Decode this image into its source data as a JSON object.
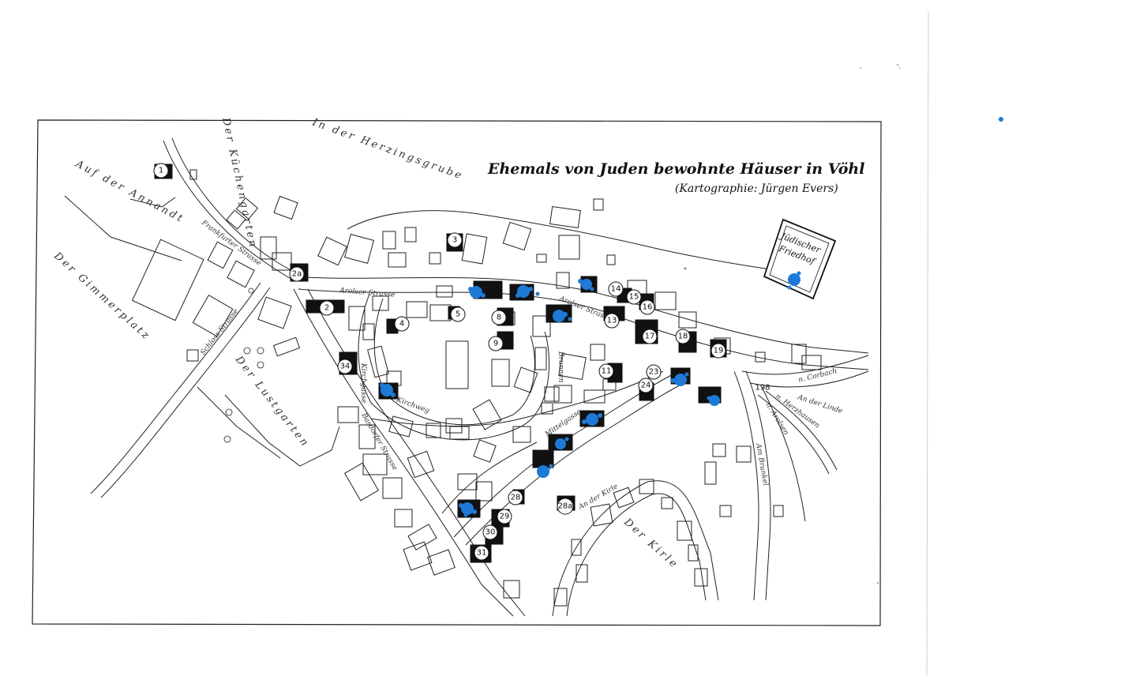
{
  "map": {
    "title": "Ehemals von Juden bewohnte Häuser in Vöhl",
    "credit": "(Kartographie: Jürgen Evers)",
    "cemetery": {
      "line1": "Jüdischer",
      "line2": "Friedhof"
    },
    "areas": {
      "auf_der_annandt": "Auf der Annandt",
      "kuechengarten": "Der Küchengarten",
      "herzingsgrube": "In der Herzingsgrube",
      "gimmerplatz": "Der Gimmerplatz",
      "lustgarten": "Der Lustgarten",
      "kirle": "Der Kirle"
    },
    "streets": {
      "frankfurter": "Frankfurter Strasse",
      "arolser_west": "Arolser Strasse",
      "arolser_east": "Arolser Strasse",
      "schloss": "Schloss Strasse",
      "basdorfer": "Basdorfer Strasse",
      "kirchweg": "Kirchweg",
      "mittelgasse": "Mittelgasse",
      "brunnen": "Brunnen",
      "kirchgasse": "Kirchgasse",
      "an_der_kirle": "An der Kirle",
      "am_brunkel": "Am Brunkel",
      "n_corbach": "n. Corbach",
      "an_der_linde": "An der Linde",
      "n_arolsen": "n. Arolsen",
      "n_herzhausen": "n. Herzhausen"
    },
    "house_numbers": {
      "h1": "1",
      "h2a": "2a",
      "h2": "2",
      "h3": "3",
      "h4": "4",
      "h5": "5",
      "h8": "8",
      "h9": "9",
      "h11": "11",
      "h13": "13",
      "h14": "14",
      "h15": "15",
      "h16": "16",
      "h17": "17",
      "h18": "18",
      "h19": "19",
      "h23": "23",
      "h24": "24",
      "h198": "198",
      "h28b": "28",
      "h28a": "28a",
      "h29": "29",
      "h30": "30",
      "h31": "31",
      "h34": "34"
    },
    "colors": {
      "ink": "#111111",
      "marker": "#1e7ad6",
      "paper": "#ffffff"
    }
  }
}
